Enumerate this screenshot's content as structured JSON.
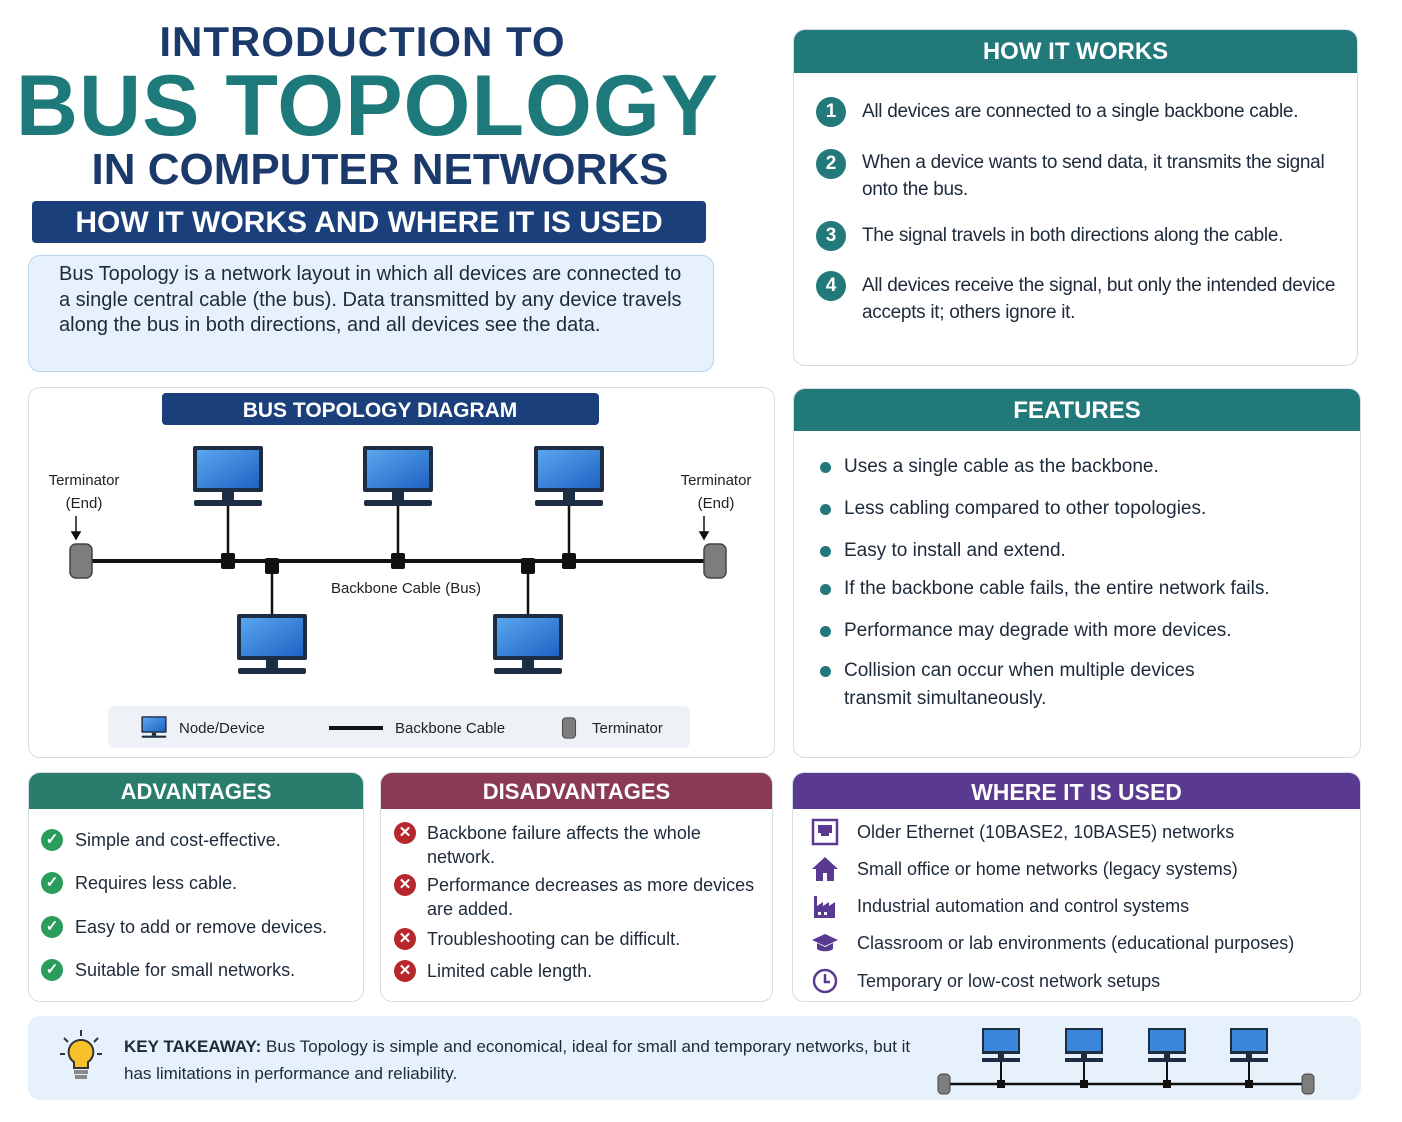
{
  "header": {
    "line1": "INTRODUCTION TO",
    "line2": "BUS TOPOLOGY",
    "line3": "IN COMPUTER NETWORKS",
    "banner": "HOW IT WORKS AND WHERE IT IS USED"
  },
  "intro": "Bus Topology is a network layout in which all devices are connected to a single central cable (the bus). Data transmitted by any device travels along the bus in both directions, and all devices see the data.",
  "diagram": {
    "title": "BUS TOPOLOGY DIAGRAM",
    "terminator_left": [
      "Terminator",
      "(End)"
    ],
    "terminator_right": [
      "Terminator",
      "(End)"
    ],
    "backbone_label": "Backbone Cable (Bus)",
    "legend": {
      "node": "Node/Device",
      "cable": "Backbone Cable",
      "terminator": "Terminator"
    }
  },
  "how_it_works": {
    "title": "HOW IT WORKS",
    "steps": [
      {
        "n": "1",
        "text": "All devices are connected to a single backbone cable."
      },
      {
        "n": "2",
        "text": "When a device wants to send data, it transmits the signal onto the bus."
      },
      {
        "n": "3",
        "text": "The signal travels in both directions along the cable."
      },
      {
        "n": "4",
        "text": "All devices receive the signal, but only the intended device accepts it; others ignore it."
      }
    ]
  },
  "features": {
    "title": "FEATURES",
    "items": [
      "Uses a single cable as the backbone.",
      "Less cabling compared to other topologies.",
      "Easy to install and extend.",
      "If the backbone cable fails, the entire network fails.",
      "Performance may degrade with more devices.",
      "Collision can occur when multiple devices transmit simultaneously."
    ]
  },
  "advantages": {
    "title": "ADVANTAGES",
    "items": [
      "Simple and cost-effective.",
      "Requires less cable.",
      "Easy to add or remove devices.",
      "Suitable for small networks."
    ]
  },
  "disadvantages": {
    "title": "DISADVANTAGES",
    "items": [
      "Backbone failure affects the whole network.",
      "Performance decreases as more devices are added.",
      "Troubleshooting can be difficult.",
      "Limited cable length."
    ]
  },
  "where_used": {
    "title": "WHERE IT IS USED",
    "items": [
      {
        "icon": "ethernet-port-icon",
        "text": "Older Ethernet (10BASE2, 10BASE5) networks"
      },
      {
        "icon": "home-icon",
        "text": "Small office or home networks (legacy systems)"
      },
      {
        "icon": "factory-icon",
        "text": "Industrial automation and control systems"
      },
      {
        "icon": "graduation-cap-icon",
        "text": "Classroom or lab environments (educational purposes)"
      },
      {
        "icon": "clock-icon",
        "text": "Temporary or low-cost network setups"
      }
    ]
  },
  "takeaway": {
    "label": "KEY TAKEAWAY:",
    "text": "Bus Topology is simple and economical, ideal for small and temporary networks, but it has limitations in performance and reliability."
  },
  "colors": {
    "navy": "#1b3a6b",
    "teal": "#22797a",
    "green": "#2a7d6c",
    "red": "#8a3a55",
    "purple": "#5a3a91"
  }
}
